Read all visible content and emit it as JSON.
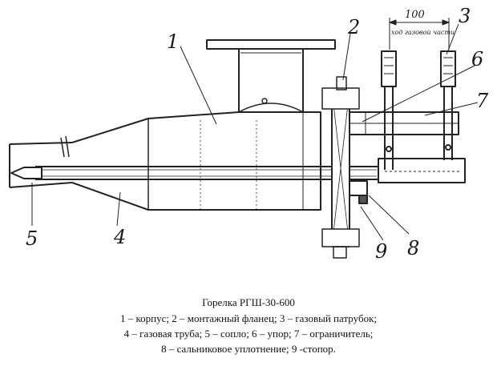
{
  "labels": {
    "n1": "1",
    "n2": "2",
    "n3": "3",
    "n4": "4",
    "n5": "5",
    "n6": "6",
    "n7": "7",
    "n8": "8",
    "n9": "9"
  },
  "dimension": {
    "value": "100",
    "note": "ход газовой части"
  },
  "caption": {
    "title": "Горелка РГШ-30-600",
    "line1": "1 – корпус; 2 – монтажный фланец; 3 – газовый патрубок;",
    "line2": "4 – газовая труба; 5 – сопло; 6 – упор; 7 – ограничитель;",
    "line3": "8 – сальниковое уплотнение; 9 -стопор."
  }
}
